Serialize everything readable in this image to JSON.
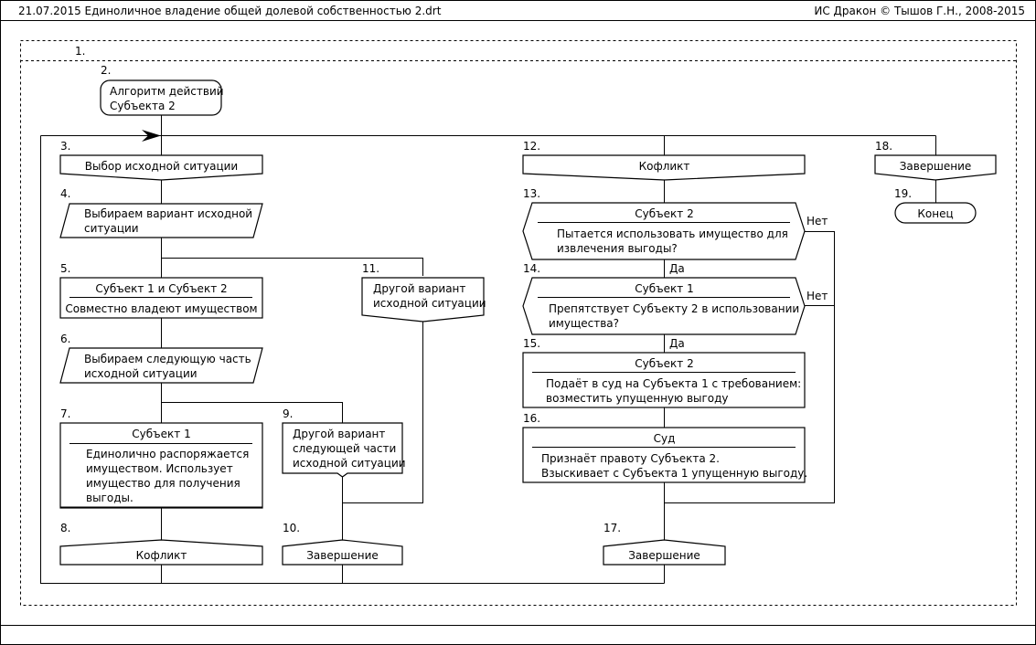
{
  "header": {
    "file": "21.07.2015  Единоличное владение общей долевой собственностью 2.drt",
    "copyright": "ИС Дракон © Тышов Г.Н., 2008-2015"
  },
  "labels": {
    "yes": "Да",
    "no": "Нет"
  },
  "nodes": [
    {
      "num": "1.",
      "lines": []
    },
    {
      "num": "2.",
      "lines": [
        "Алгоритм действий",
        "Субъекта 2"
      ]
    },
    {
      "num": "3.",
      "lines": [
        "Выбор исходной ситуации"
      ]
    },
    {
      "num": "4.",
      "lines": [
        "Выбираем вариант исходной",
        "ситуации"
      ]
    },
    {
      "num": "5.",
      "title": "Субъект 1 и Субъект 2",
      "lines": [
        "Совместно владеют имуществом"
      ]
    },
    {
      "num": "6.",
      "lines": [
        "Выбираем следующую часть",
        "исходной ситуации"
      ]
    },
    {
      "num": "7.",
      "title": "Субъект 1",
      "lines": [
        "Единолично распоряжается",
        "имуществом. Использует",
        "имущество для получения",
        "выгоды."
      ]
    },
    {
      "num": "8.",
      "lines": [
        "Кофликт"
      ]
    },
    {
      "num": "9.",
      "lines": [
        "Другой вариант",
        "следующей части",
        "исходной ситуации"
      ]
    },
    {
      "num": "10.",
      "lines": [
        "Завершение"
      ]
    },
    {
      "num": "11.",
      "lines": [
        "Другой вариант",
        "исходной ситуации"
      ]
    },
    {
      "num": "12.",
      "lines": [
        "Кофликт"
      ]
    },
    {
      "num": "13.",
      "title": "Субъект 2",
      "lines": [
        "Пытается использовать имущество для",
        "извлечения выгоды?"
      ]
    },
    {
      "num": "14.",
      "title": "Субъект 1",
      "lines": [
        "Препятствует Субъекту 2 в использовании",
        "имущества?"
      ]
    },
    {
      "num": "15.",
      "title": "Субъект 2",
      "lines": [
        "Подаёт в суд на Субъекта 1 с требованием:",
        "возместить упущенную выгоду"
      ]
    },
    {
      "num": "16.",
      "title": "Суд",
      "lines": [
        "Признаёт правоту Субъекта 2.",
        "Взыскивает с Субъекта 1 упущенную выгоду."
      ]
    },
    {
      "num": "17.",
      "lines": [
        "Завершение"
      ]
    },
    {
      "num": "18.",
      "lines": [
        "Завершение"
      ]
    },
    {
      "num": "19.",
      "lines": [
        "Конец"
      ]
    }
  ]
}
